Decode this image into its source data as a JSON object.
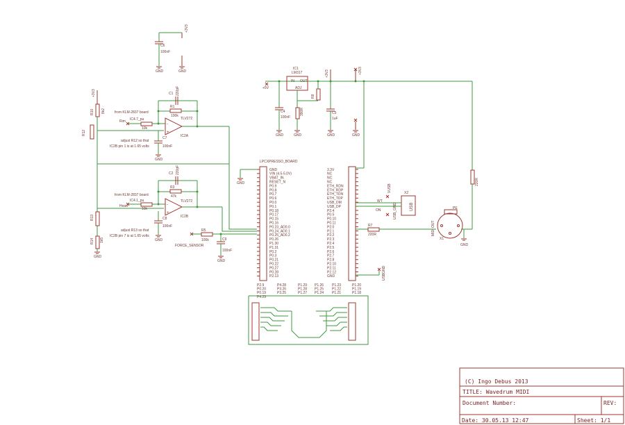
{
  "title_block": {
    "copyright": "(C) Ingo Debus 2013",
    "title": "TITLE:  Wavedrum MIDI",
    "doc_number": "Document Number:",
    "rev": "REV:",
    "date": "Date: 30.05.13 12:47",
    "sheet": "Sheet: 1/1"
  },
  "supplies": {
    "v33_a": "+3V3",
    "v33_b": "+3V3",
    "v33_c": "+3V3",
    "v5": "+5V",
    "v5_b": "+5V"
  },
  "ground": "GND",
  "components": {
    "c6": {
      "name": "C6",
      "value": "100nF"
    },
    "ic1": {
      "name": "IC1",
      "value": "LM317",
      "in": "IN",
      "out": "OUT",
      "adj": "ADJ"
    },
    "c4": {
      "name": "C4",
      "value": "100nF"
    },
    "r6": {
      "name": "R6",
      "value": "390R"
    },
    "r8": {
      "name": "R8",
      "value": "220R"
    },
    "c5": {
      "name": "C5",
      "value": "1uF"
    },
    "c1": {
      "name": "C1",
      "value": "220pF"
    },
    "r1": {
      "name": "R1",
      "value": "100k"
    },
    "ic2a": {
      "name": "IC2A",
      "value": "TLV272"
    },
    "ic2b": {
      "name": "IC2B",
      "value": "TLV272"
    },
    "r10": {
      "name": "R10",
      "value": "8k2"
    },
    "r12": {
      "name": "R12"
    },
    "r13": {
      "name": "R13"
    },
    "r14": {
      "name": "R14",
      "value": "1k5"
    },
    "c2": {
      "name": "C2",
      "value": "220pF"
    },
    "r3": {
      "name": "R3",
      "value": "47k"
    },
    "r4_top": {
      "name": "IC4.7_pu",
      "value": "10k"
    },
    "r4_bot": {
      "name": "IC4.1_pu",
      "value": "10k"
    },
    "c7": {
      "name": "C7",
      "value": "100nF"
    },
    "c8": {
      "name": "C8",
      "value": "100nF"
    },
    "r5": {
      "name": "R5",
      "value": "100k"
    },
    "c9": {
      "name": "C9",
      "value": "100nF"
    },
    "r7": {
      "name": "R7",
      "value": "220R"
    },
    "r9": {
      "name": "R9",
      "value": "220R"
    },
    "x1": {
      "name": "X1",
      "value": "MIDI OUT"
    },
    "x2": {
      "name": "X2",
      "value": "USB"
    }
  },
  "notes": {
    "from_top": "from KLM-2837 board",
    "from_bot": "from KLM-2837 board",
    "adjust_top_1": "adjust R12 so that",
    "adjust_top_2": "IC2B pin 1 is at 1.65 volts",
    "adjust_bot_1": "adjust R13 so that",
    "adjust_bot_2": "IC2B pin 7 is at 1.65 volts",
    "rim": "Rim",
    "head": "Head",
    "force": "FORCE_SENSOR",
    "vusb": "VUSB",
    "vusb_b": "USB_GND",
    "on": "ON",
    "wt": "WT",
    "usb_dm": "USB_DM",
    "usb_gnd": "USBGND",
    "pe": "PE"
  },
  "board": {
    "name": "LPCXPRESSO_BOARD",
    "left_pins": [
      "GND",
      "VIN (4.5-5.0V)",
      "VBAT_IN",
      "RESET_N",
      "P0.9",
      "P0.8",
      "P0.7",
      "P0.6",
      "P0.0",
      "P0.1",
      "P0.18",
      "P0.17",
      "P0.15",
      "P0.16",
      "P0.23_AD0.0",
      "P0.24_AD0.1",
      "P0.25_AD0.2",
      "P0.26",
      "P1.30",
      "P1.31",
      "P0.2",
      "P0.3",
      "P0.21",
      "P0.22",
      "P0.27",
      "P0.28",
      "P2.13"
    ],
    "right_pins": [
      "3.3V",
      "NC",
      "NC",
      "NC",
      "ETH_RDN",
      "ETH_RDP",
      "ETH_TDN",
      "ETH_TDP",
      "USB_DM",
      "USB_DP",
      "P2.4",
      "P0.5",
      "P0.10",
      "P0.11",
      "P2.0",
      "P2.1",
      "P2.2",
      "P2.3",
      "P2.4",
      "P2.5",
      "P2.6",
      "P2.7",
      "P2.8",
      "P2.10",
      "P2.11",
      "P2.12",
      "GND"
    ],
    "bottom_cols": [
      [
        "P2.9",
        "P0.20",
        "P0.19",
        "P4.29"
      ],
      [
        "P4.28",
        "P3.26",
        "P3.25"
      ],
      [
        "P1.29",
        "P1.28",
        "P1.27"
      ],
      [
        "P1.26",
        "P1.25",
        "P1.24"
      ],
      [
        "P1.23",
        "P1.22",
        "P1.21"
      ],
      [
        "P1.20",
        "P1.19",
        "P1.18"
      ]
    ]
  }
}
